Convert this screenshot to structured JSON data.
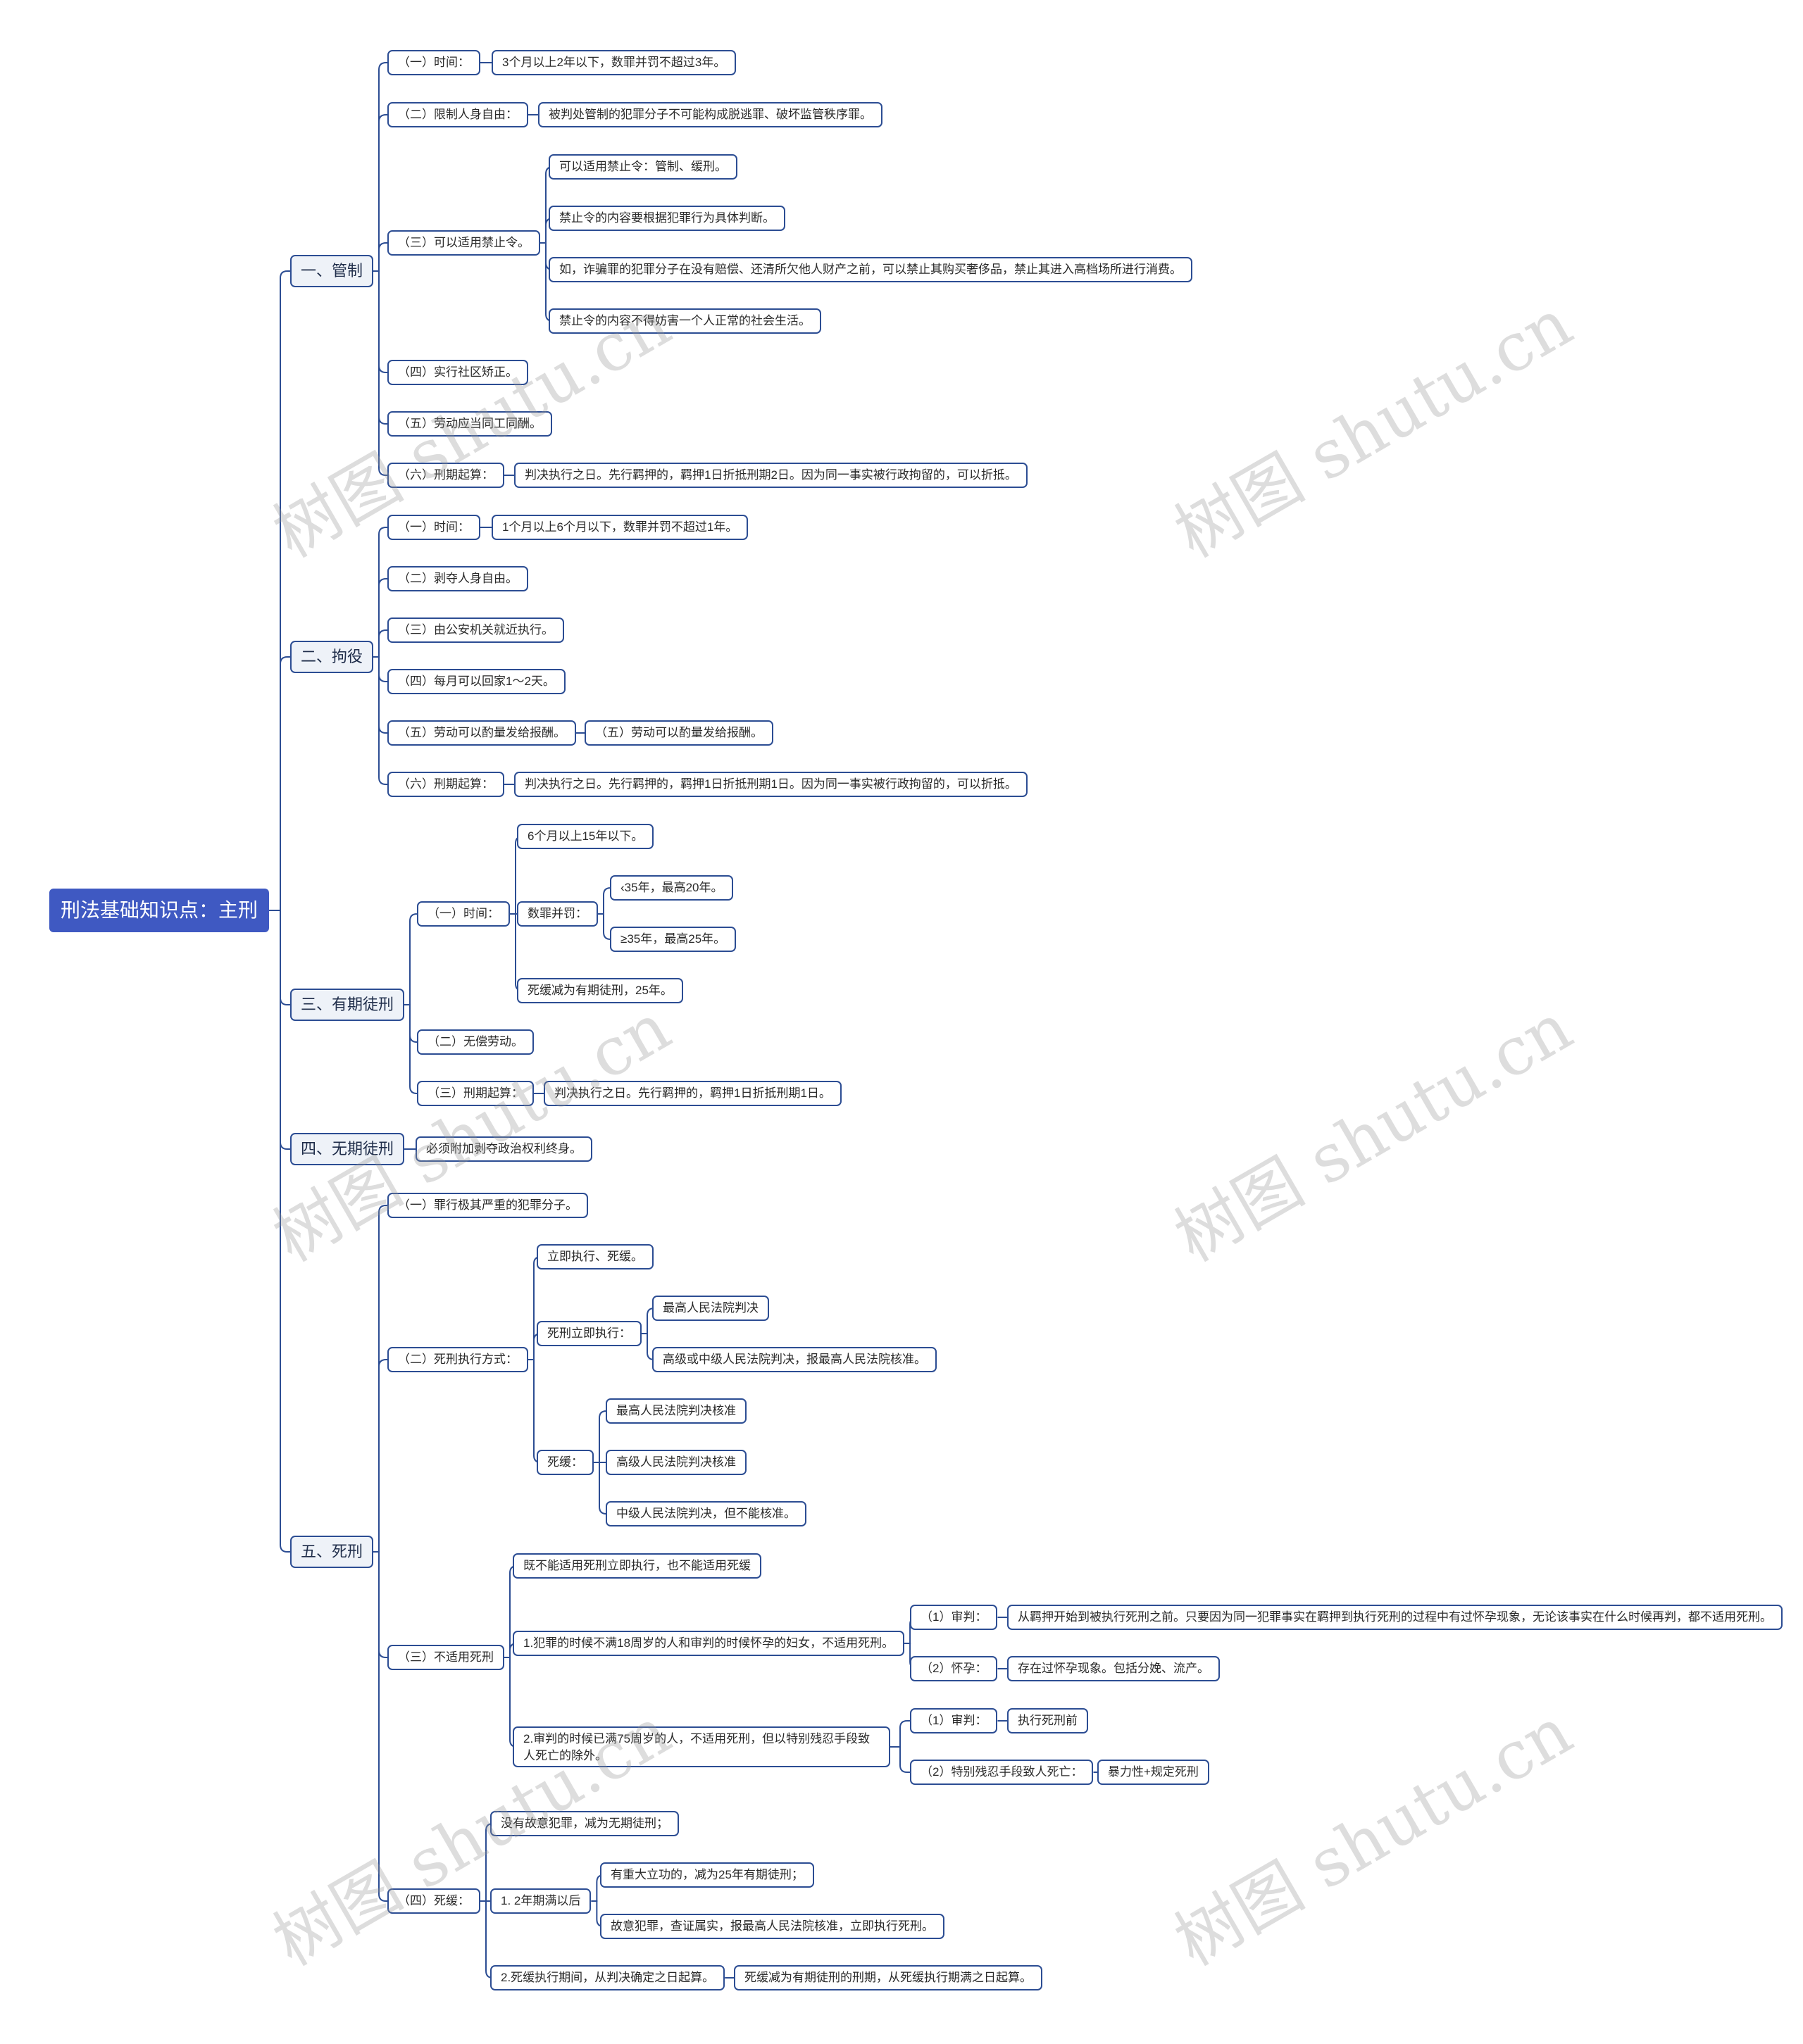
{
  "watermark": "树图 shutu.cn",
  "root": "刑法基础知识点：主刑",
  "n1": "一、管制",
  "n1_1": "（一）时间：",
  "n1_1a": "3个月以上2年以下，数罪并罚不超过3年。",
  "n1_2": "（二）限制人身自由：",
  "n1_2a": "被判处管制的犯罪分子不可能构成脱逃罪、破坏监管秩序罪。",
  "n1_3": "（三）可以适用禁止令。",
  "n1_3a": "可以适用禁止令：管制、缓刑。",
  "n1_3b": "禁止令的内容要根据犯罪行为具体判断。",
  "n1_3c": "如，诈骗罪的犯罪分子在没有赔偿、还清所欠他人财产之前，可以禁止其购买奢侈品，禁止其进入高档场所进行消费。",
  "n1_3d": "禁止令的内容不得妨害一个人正常的社会生活。",
  "n1_4": "（四）实行社区矫正。",
  "n1_5": "（五）劳动应当同工同酬。",
  "n1_6": "（六）刑期起算：",
  "n1_6a": "判决执行之日。先行羁押的，羁押1日折抵刑期2日。因为同一事实被行政拘留的，可以折抵。",
  "n2": "二、拘役",
  "n2_1": "（一）时间：",
  "n2_1a": "1个月以上6个月以下，数罪并罚不超过1年。",
  "n2_2": "（二）剥夺人身自由。",
  "n2_3": "（三）由公安机关就近执行。",
  "n2_4": "（四）每月可以回家1～2天。",
  "n2_5": "（五）劳动可以酌量发给报酬。",
  "n2_5a": "（五）劳动可以酌量发给报酬。",
  "n2_6": "（六）刑期起算：",
  "n2_6a": "判决执行之日。先行羁押的，羁押1日折抵刑期1日。因为同一事实被行政拘留的，可以折抵。",
  "n3": "三、有期徒刑",
  "n3_1": "（一）时间：",
  "n3_1a": "6个月以上15年以下。",
  "n3_1b": "数罪并罚：",
  "n3_1b1": "‹35年，最高20年。",
  "n3_1b2": "≥35年，最高25年。",
  "n3_1c": "死缓减为有期徒刑，25年。",
  "n3_2": "（二）无偿劳动。",
  "n3_3": "（三）刑期起算：",
  "n3_3a": "判决执行之日。先行羁押的，羁押1日折抵刑期1日。",
  "n4": "四、无期徒刑",
  "n4a": "必须附加剥夺政治权利终身。",
  "n5": "五、死刑",
  "n5_1": "（一）罪行极其严重的犯罪分子。",
  "n5_2": "（二）死刑执行方式：",
  "n5_2a": "立即执行、死缓。",
  "n5_2b": "死刑立即执行：",
  "n5_2b1": "最高人民法院判决",
  "n5_2b2": "高级或中级人民法院判决，报最高人民法院核准。",
  "n5_2c": "死缓：",
  "n5_2c1": "最高人民法院判决核准",
  "n5_2c2": "高级人民法院判决核准",
  "n5_2c3": "中级人民法院判决，但不能核准。",
  "n5_3": "（三）不适用死刑",
  "n5_3a": "既不能适用死刑立即执行，也不能适用死缓",
  "n5_3b": "1.犯罪的时候不满18周岁的人和审判的时候怀孕的妇女，不适用死刑。",
  "n5_3b1": "（1）审判：",
  "n5_3b1a": "从羁押开始到被执行死刑之前。只要因为同一犯罪事实在羁押到执行死刑的过程中有过怀孕现象，无论该事实在什么时候再判，都不适用死刑。",
  "n5_3b2": "（2）怀孕：",
  "n5_3b2a": "存在过怀孕现象。包括分娩、流产。",
  "n5_3c": "2.审判的时候已满75周岁的人，不适用死刑，但以特别残忍手段致人死亡的除外。",
  "n5_3c1": "（1）审判：",
  "n5_3c1a": "执行死刑前",
  "n5_3c2": "（2）特别残忍手段致人死亡：",
  "n5_3c2a": "暴力性+规定死刑",
  "n5_4": "（四）死缓：",
  "n5_4a": "没有故意犯罪，减为无期徒刑；",
  "n5_4b": "1. 2年期满以后",
  "n5_4b1": "有重大立功的，减为25年有期徒刑；",
  "n5_4b2": "故意犯罪，查证属实，报最高人民法院核准，立即执行死刑。",
  "n5_4c": "2.死缓执行期间，从判决确定之日起算。",
  "n5_4c1": "死缓减为有期徒刑的刑期，从死缓执行期满之日起算。"
}
